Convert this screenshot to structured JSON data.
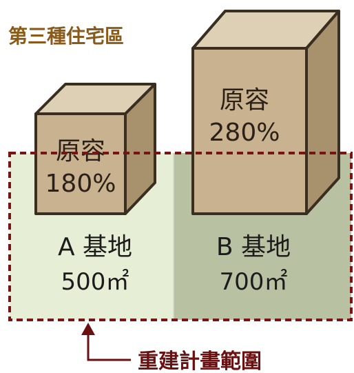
{
  "zone_label": "第三種住宅區",
  "site_a": {
    "name": "A 基地",
    "area": "500㎡",
    "box_label": "原容",
    "box_value": "180%"
  },
  "site_b": {
    "name": "B 基地",
    "area": "700㎡",
    "box_label": "原容",
    "box_value": "280%"
  },
  "boundary_label": "重建計畫範圍",
  "colors": {
    "zone_label": "#8a5a1a",
    "site_a_fill": "#e6efd5",
    "site_b_fill": "#b9c1a3",
    "boundary_dash": "#7a1414",
    "box_front": "#c9b28f",
    "box_top": "#ddd0b5",
    "box_side": "#a8926d",
    "box_outline": "#3a2e20",
    "callout_text": "#6b1010"
  },
  "icons": {
    "callout_arrow": "arrow-up-icon"
  }
}
